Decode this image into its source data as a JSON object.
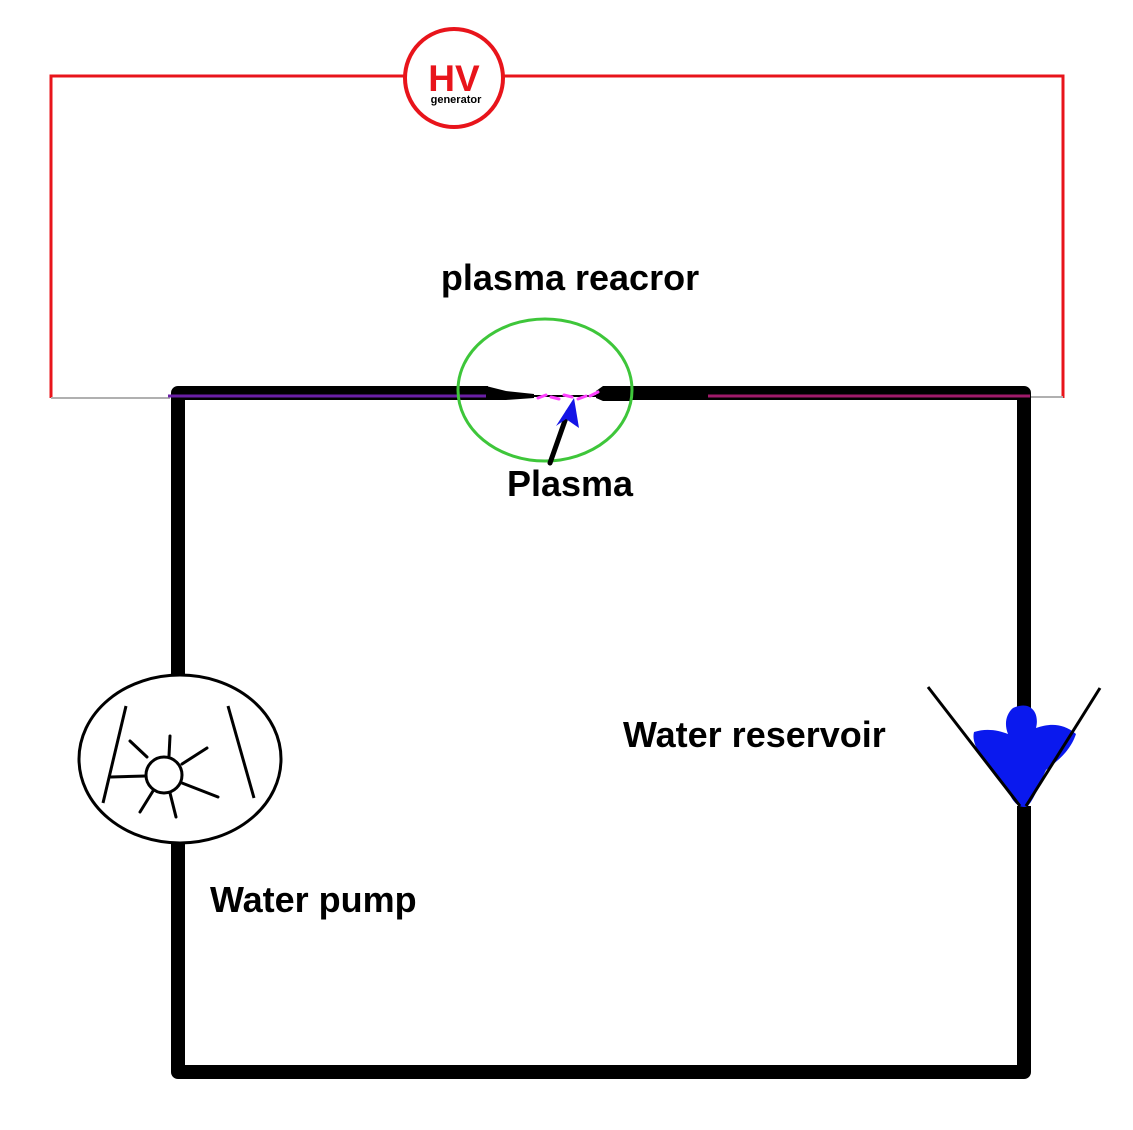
{
  "labels": {
    "hv_main": "HV",
    "hv_sub": "generator",
    "reactor": "plasma reacror",
    "plasma": "Plasma",
    "pump": "Water pump",
    "reservoir": "Water reservoir"
  },
  "colors": {
    "hv_circuit": "#e8141b",
    "water_pipe": "#000000",
    "reactor_circle": "#3ec63a",
    "plasma_glow": "#ff40ff",
    "plasma_arrow": "#1414e6",
    "water": "#0a19ee",
    "electrode": "#6a1fa6"
  },
  "icons": {
    "pump": "pump-icon",
    "reservoir": "funnel-icon",
    "generator": "circle-generator-icon"
  }
}
